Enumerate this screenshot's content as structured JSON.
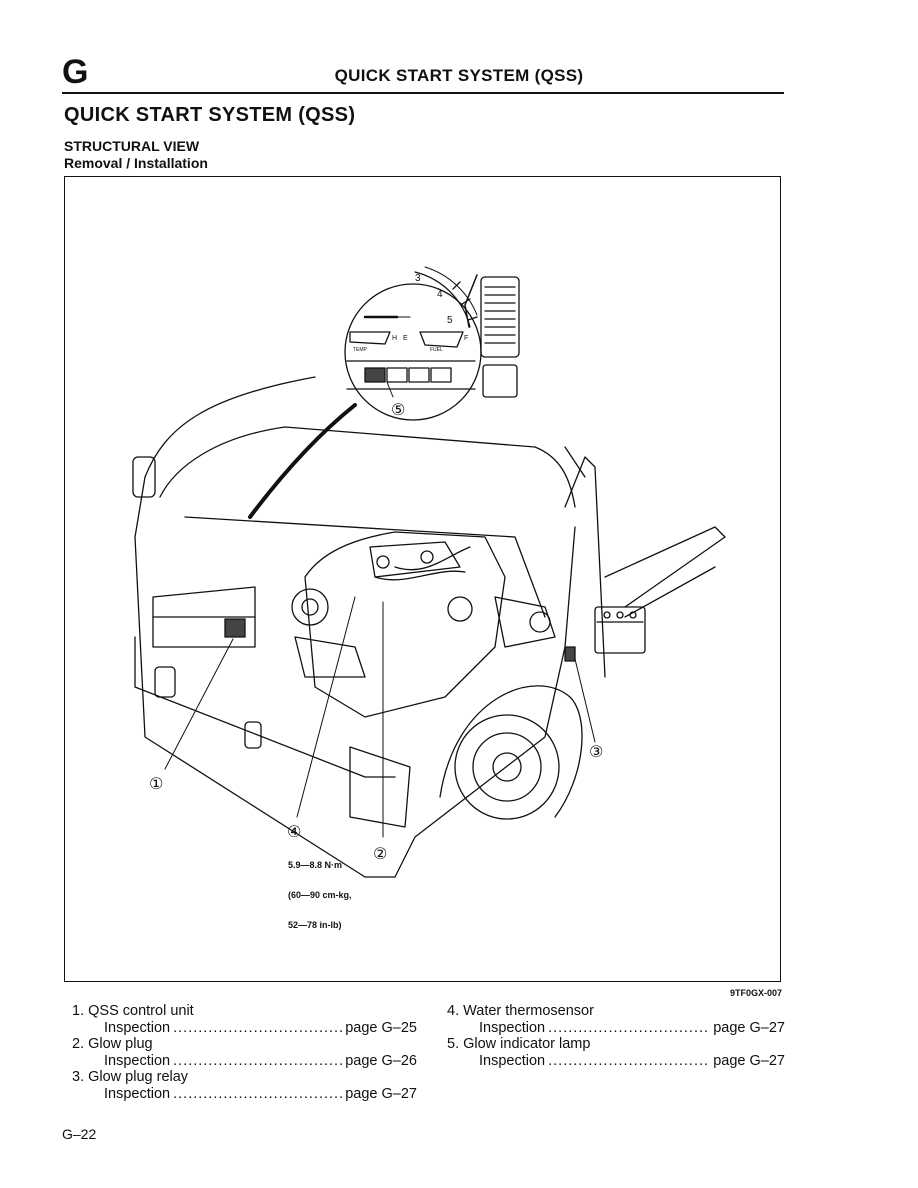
{
  "header": {
    "section_letter": "G",
    "running_title": "QUICK START SYSTEM (QSS)"
  },
  "page_title": "QUICK START SYSTEM (QSS)",
  "subtitle": {
    "line1": "STRUCTURAL VIEW",
    "line2": "Removal / Installation"
  },
  "figure": {
    "code": "9TF0GX-007",
    "callouts": [
      "①",
      "②",
      "③",
      "④",
      "⑤"
    ],
    "torque": {
      "line1": "5.9—8.8 N·m",
      "line2": "(60—90 cm-kg,",
      "line3": "52—78 in-lb)"
    },
    "gauge_labels": {
      "n3": "3",
      "n4": "4",
      "n5": "5",
      "h": "H",
      "e": "E",
      "f": "F",
      "temp": "TEMP",
      "fuel": "FUEL"
    }
  },
  "legend": {
    "left": [
      {
        "title": "1. QSS control unit",
        "label": "Inspection",
        "ref": "page G–25"
      },
      {
        "title": "2. Glow plug",
        "label": "Inspection",
        "ref": "page G–26"
      },
      {
        "title": "3. Glow plug relay",
        "label": "Inspection",
        "ref": "page G–27"
      }
    ],
    "right": [
      {
        "title": "4. Water thermosensor",
        "label": "Inspection",
        "ref": "page G–27"
      },
      {
        "title": "5. Glow indicator lamp",
        "label": "Inspection",
        "ref": "page G–27"
      }
    ]
  },
  "footer": {
    "page_number": "G–22"
  }
}
